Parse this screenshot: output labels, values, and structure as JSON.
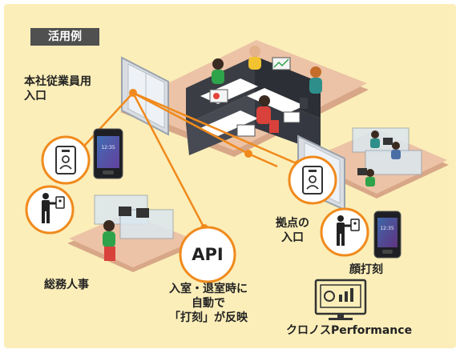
{
  "tag": "活用例",
  "labels": {
    "hq_entrance_line1": "本社従業員用",
    "hq_entrance_line2": "入口",
    "branch_entrance_line1": "拠点の",
    "branch_entrance_line2": "入口",
    "general_affairs": "総務人事",
    "face_stamp": "顔打刻",
    "api": "API",
    "api_note_line1": "入室・退室時に",
    "api_note_line2": "自動で",
    "api_note_line3": "「打刻」が反映",
    "product": "クロノスPerformance"
  },
  "colors": {
    "background": "#fbeeb9",
    "accent_orange": "#f08a1c",
    "tag_bg": "#505050",
    "floor": "#ecc3a6"
  }
}
